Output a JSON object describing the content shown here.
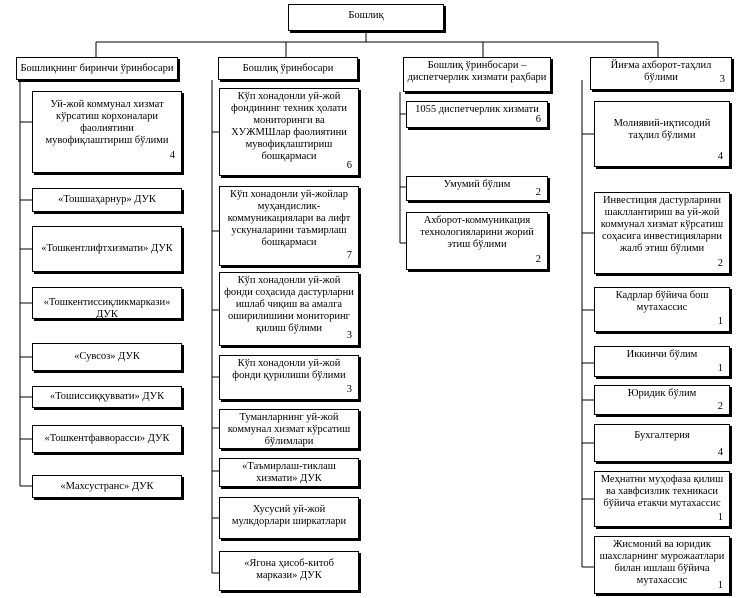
{
  "root": "Бошлиқ",
  "columns": [
    {
      "head": "Бошлиқнинг биринчи ўринбосари",
      "items": [
        {
          "label": "Уй-жой коммунал хизмат кўрсатиш корхоналари фаолиятини мувофиқлаштириш бўлими",
          "num": "4"
        },
        {
          "label": "«Тошшаҳарнур» ДУК",
          "num": ""
        },
        {
          "label": "«Тошкентлифтхизмати» ДУК",
          "num": ""
        },
        {
          "label": "«Тошкентиссиқликмаркази» ДУК",
          "num": ""
        },
        {
          "label": "«Сувсоз» ДУК",
          "num": ""
        },
        {
          "label": "«Тошиссиққуввати» ДУК",
          "num": ""
        },
        {
          "label": "«Тошкентфавворасси» ДУК",
          "num": ""
        },
        {
          "label": "«Махсустранс» ДУК",
          "num": ""
        }
      ]
    },
    {
      "head": "Бошлиқ ўринбосари",
      "items": [
        {
          "label": "Кўп хонадонли уй-жой фондининг техник ҳолати мониторинги ва ХУЖМШлар фаолиятини мувофиқлаштириш бошқармаси",
          "num": "6"
        },
        {
          "label": "Кўп хонадонли уй-жойлар муҳандислик-коммуникациялари ва лифт ускуналарини таъмирлаш бошқармаси",
          "num": "7"
        },
        {
          "label": "Кўп хонадонли уй-жой фонди соҳасида дастурларни ишлаб чиқиш ва амалга оширилишини мониторинг қилиш бўлими",
          "num": "3"
        },
        {
          "label": "Кўп хонадонли уй-жой фонди қурилиши бўлими",
          "num": "3"
        },
        {
          "label": "Туманларнинг уй-жой коммунал хизмат кўрсатиш бўлимлари",
          "num": ""
        },
        {
          "label": "«Таъмирлаш-тиклаш хизмати» ДУК",
          "num": ""
        },
        {
          "label": "Хусусий уй-жой мулкдорлари ширкатлари",
          "num": ""
        },
        {
          "label": "«Ягона ҳисоб-китоб маркази» ДУК",
          "num": ""
        }
      ]
    },
    {
      "head": "Бошлиқ ўринбосари – диспетчерлик хизмати раҳбари",
      "items": [
        {
          "label": "1055 диспетчерлик хизмати",
          "num": "6"
        },
        {
          "label": "Умумий бўлим",
          "num": "2"
        },
        {
          "label": "Ахборот-коммуникация технологияларини жорий этиш бўлими",
          "num": "2"
        }
      ]
    },
    {
      "head": "Йиғма ахборот-таҳлил бўлими",
      "head_num": "3",
      "items": [
        {
          "label": "Молиявий-иқтисодий таҳлил бўлими",
          "num": "4"
        },
        {
          "label": "Инвестиция дастурларини шакллантириш ва уй-жой коммунал хизмат кўрсатиш соҳасига инвестицияларни жалб этиш бўлими",
          "num": "2"
        },
        {
          "label": "Кадрлар бўйича бош мутахассис",
          "num": "1"
        },
        {
          "label": "Иккинчи бўлим",
          "num": "1"
        },
        {
          "label": "Юридик бўлим",
          "num": "2"
        },
        {
          "label": "Бухгалтерия",
          "num": "4"
        },
        {
          "label": "Меҳнатни муҳофаза қилиш ва хавфсизлик техникаси бўйича етакчи мутахассис",
          "num": "1"
        },
        {
          "label": "Жисмоний ва юридик шахсларнинг мурожаатлари билан ишлаш бўйича мутахассис",
          "num": "1"
        }
      ]
    }
  ]
}
